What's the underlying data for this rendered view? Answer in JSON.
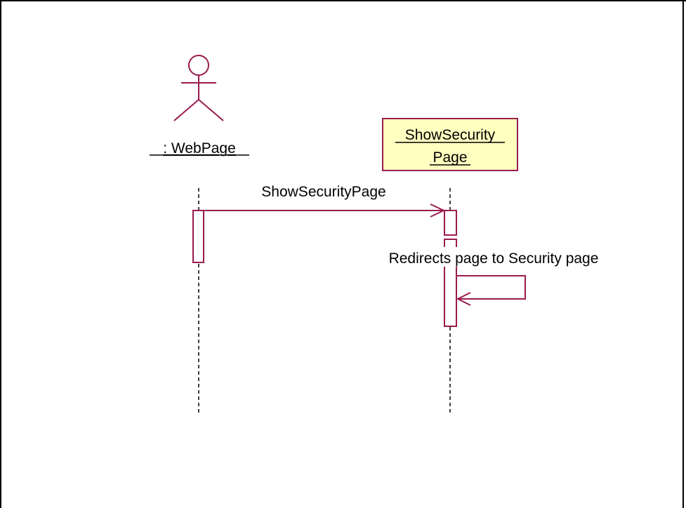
{
  "colors": {
    "line": "#9a1b4e",
    "object_fill": "#ffffc0",
    "text": "#000000"
  },
  "actor": {
    "icon": "stick-figure-icon",
    "label": ": WebPage"
  },
  "object": {
    "label_line1": "ShowSecurity",
    "label_line2": "Page"
  },
  "messages": [
    {
      "label": "ShowSecurityPage",
      "kind": "call"
    },
    {
      "label": "Redirects page to Security page",
      "kind": "self-call"
    }
  ]
}
